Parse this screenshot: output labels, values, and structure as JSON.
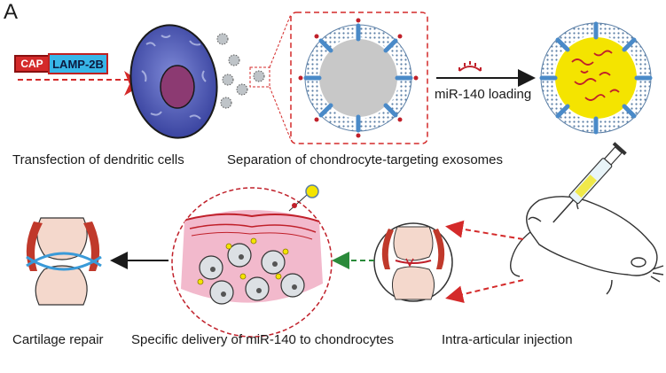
{
  "panel_letter": "A",
  "construct": {
    "cap_label": "CAP",
    "lamp_label": "LAMP-2B"
  },
  "loading_label": "miR-140 loading",
  "captions": {
    "transfection": "Transfection of dendritic cells",
    "separation": "Separation of chondrocyte-targeting exosomes",
    "repair": "Cartilage repair",
    "delivery": "Specific delivery of miR-140 to chondrocytes",
    "injection": "Intra-articular injection"
  },
  "colors": {
    "red": "#d42a2a",
    "cyan": "#38b6e8",
    "cell_blue": "#4a55b8",
    "nucleus": "#8c3a72",
    "exosome_grey": "#c8c8c8",
    "cargo_yellow": "#f4e400",
    "mirna_red": "#c0202a",
    "tissue_pink": "#f2b9cc",
    "arrow_green": "#2a8a3a"
  }
}
